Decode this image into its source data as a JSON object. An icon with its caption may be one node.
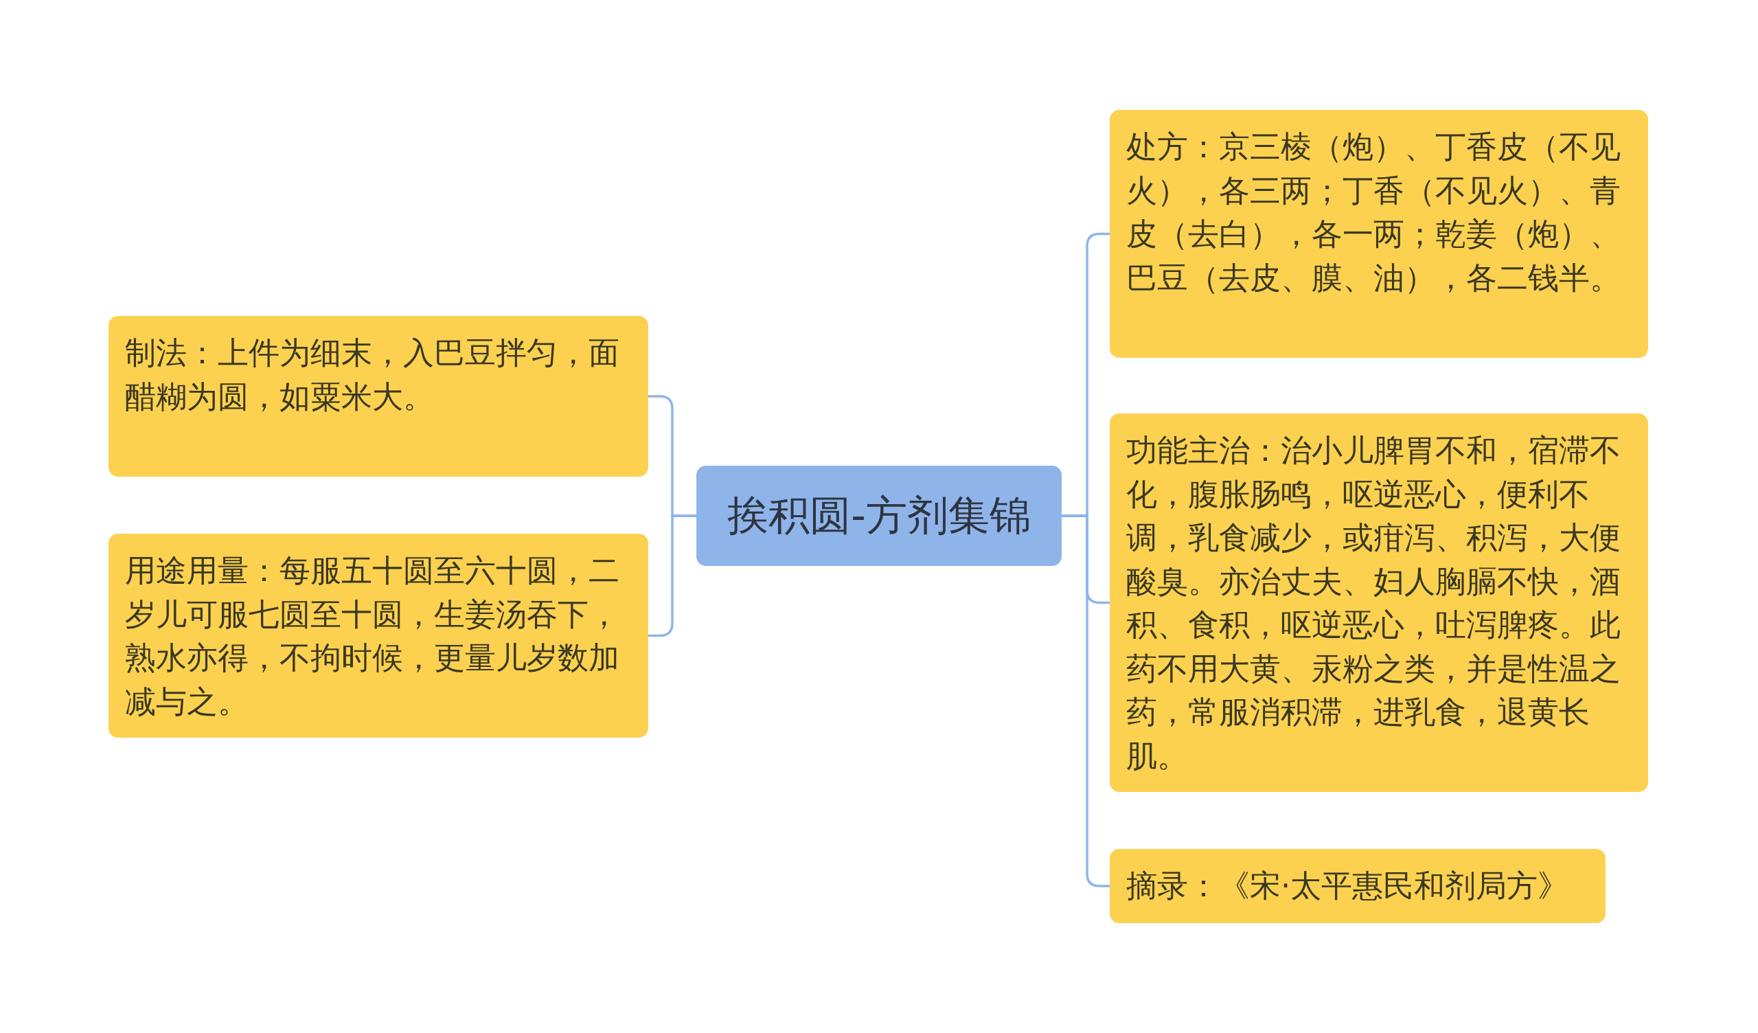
{
  "diagram": {
    "nodes": [
      {
        "text": [
          "挨积圆-方剂集锦"
        ]
      },
      {
        "text": [
          "制法：上件为细末，入巴豆拌匀，面醋糊为圆，如粟米大。"
        ]
      },
      {
        "text": [
          "用途用量：每服五十圆至六十圆，二岁儿可服七圆至十圆，生姜汤吞下，熟水亦得，不拘时候，更量儿岁数加减与之。"
        ]
      },
      {
        "text": [
          "处方：京三棱（炮）、丁香皮（不见火），各三两；丁香（不见火）、青皮（去白），各一两；乾姜（炮）、巴豆（去皮、膜、油），各二钱半。"
        ]
      },
      {
        "text": [
          "功能主治：治小儿脾胃不和，宿滞不化，腹胀肠鸣，呕逆恶心，便利不调，乳食减少，或疳泻、积泻，大便酸臭。亦治丈夫、妇人胸膈不快，酒积、食积，呕逆恶心，吐泻脾疼。此药不用大黄、汞粉之类，并是性温之药，常服消积滞，进乳食，退黄长肌。"
        ]
      },
      {
        "text": [
          "摘录：《宋·太平惠民和剂局方》"
        ]
      }
    ],
    "edges": [
      {
        "from": 0,
        "to": 1,
        "arrow": "none"
      },
      {
        "from": 0,
        "to": 2,
        "arrow": "none"
      },
      {
        "from": 0,
        "to": 3,
        "arrow": "none"
      },
      {
        "from": 0,
        "to": 4,
        "arrow": "none"
      },
      {
        "from": 0,
        "to": 5,
        "arrow": "none"
      }
    ]
  }
}
